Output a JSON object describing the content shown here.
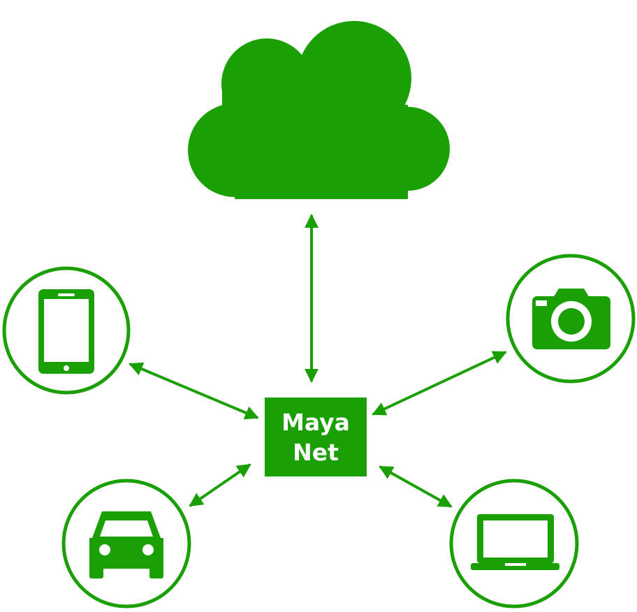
{
  "colors": {
    "primary": "#1aa005",
    "background": "#ffffff"
  },
  "hub": {
    "label_line1": "Maya",
    "label_line2": "Net"
  },
  "nodes": [
    {
      "name": "cloud",
      "icon": "cloud-icon"
    },
    {
      "name": "tablet",
      "icon": "tablet-icon"
    },
    {
      "name": "camera",
      "icon": "camera-icon"
    },
    {
      "name": "car",
      "icon": "car-icon"
    },
    {
      "name": "laptop",
      "icon": "laptop-icon"
    }
  ],
  "connections": [
    {
      "from": "hub",
      "to": "cloud",
      "direction": "bidirectional"
    },
    {
      "from": "hub",
      "to": "tablet",
      "direction": "bidirectional"
    },
    {
      "from": "hub",
      "to": "camera",
      "direction": "bidirectional"
    },
    {
      "from": "hub",
      "to": "car",
      "direction": "bidirectional"
    },
    {
      "from": "hub",
      "to": "laptop",
      "direction": "bidirectional"
    }
  ]
}
